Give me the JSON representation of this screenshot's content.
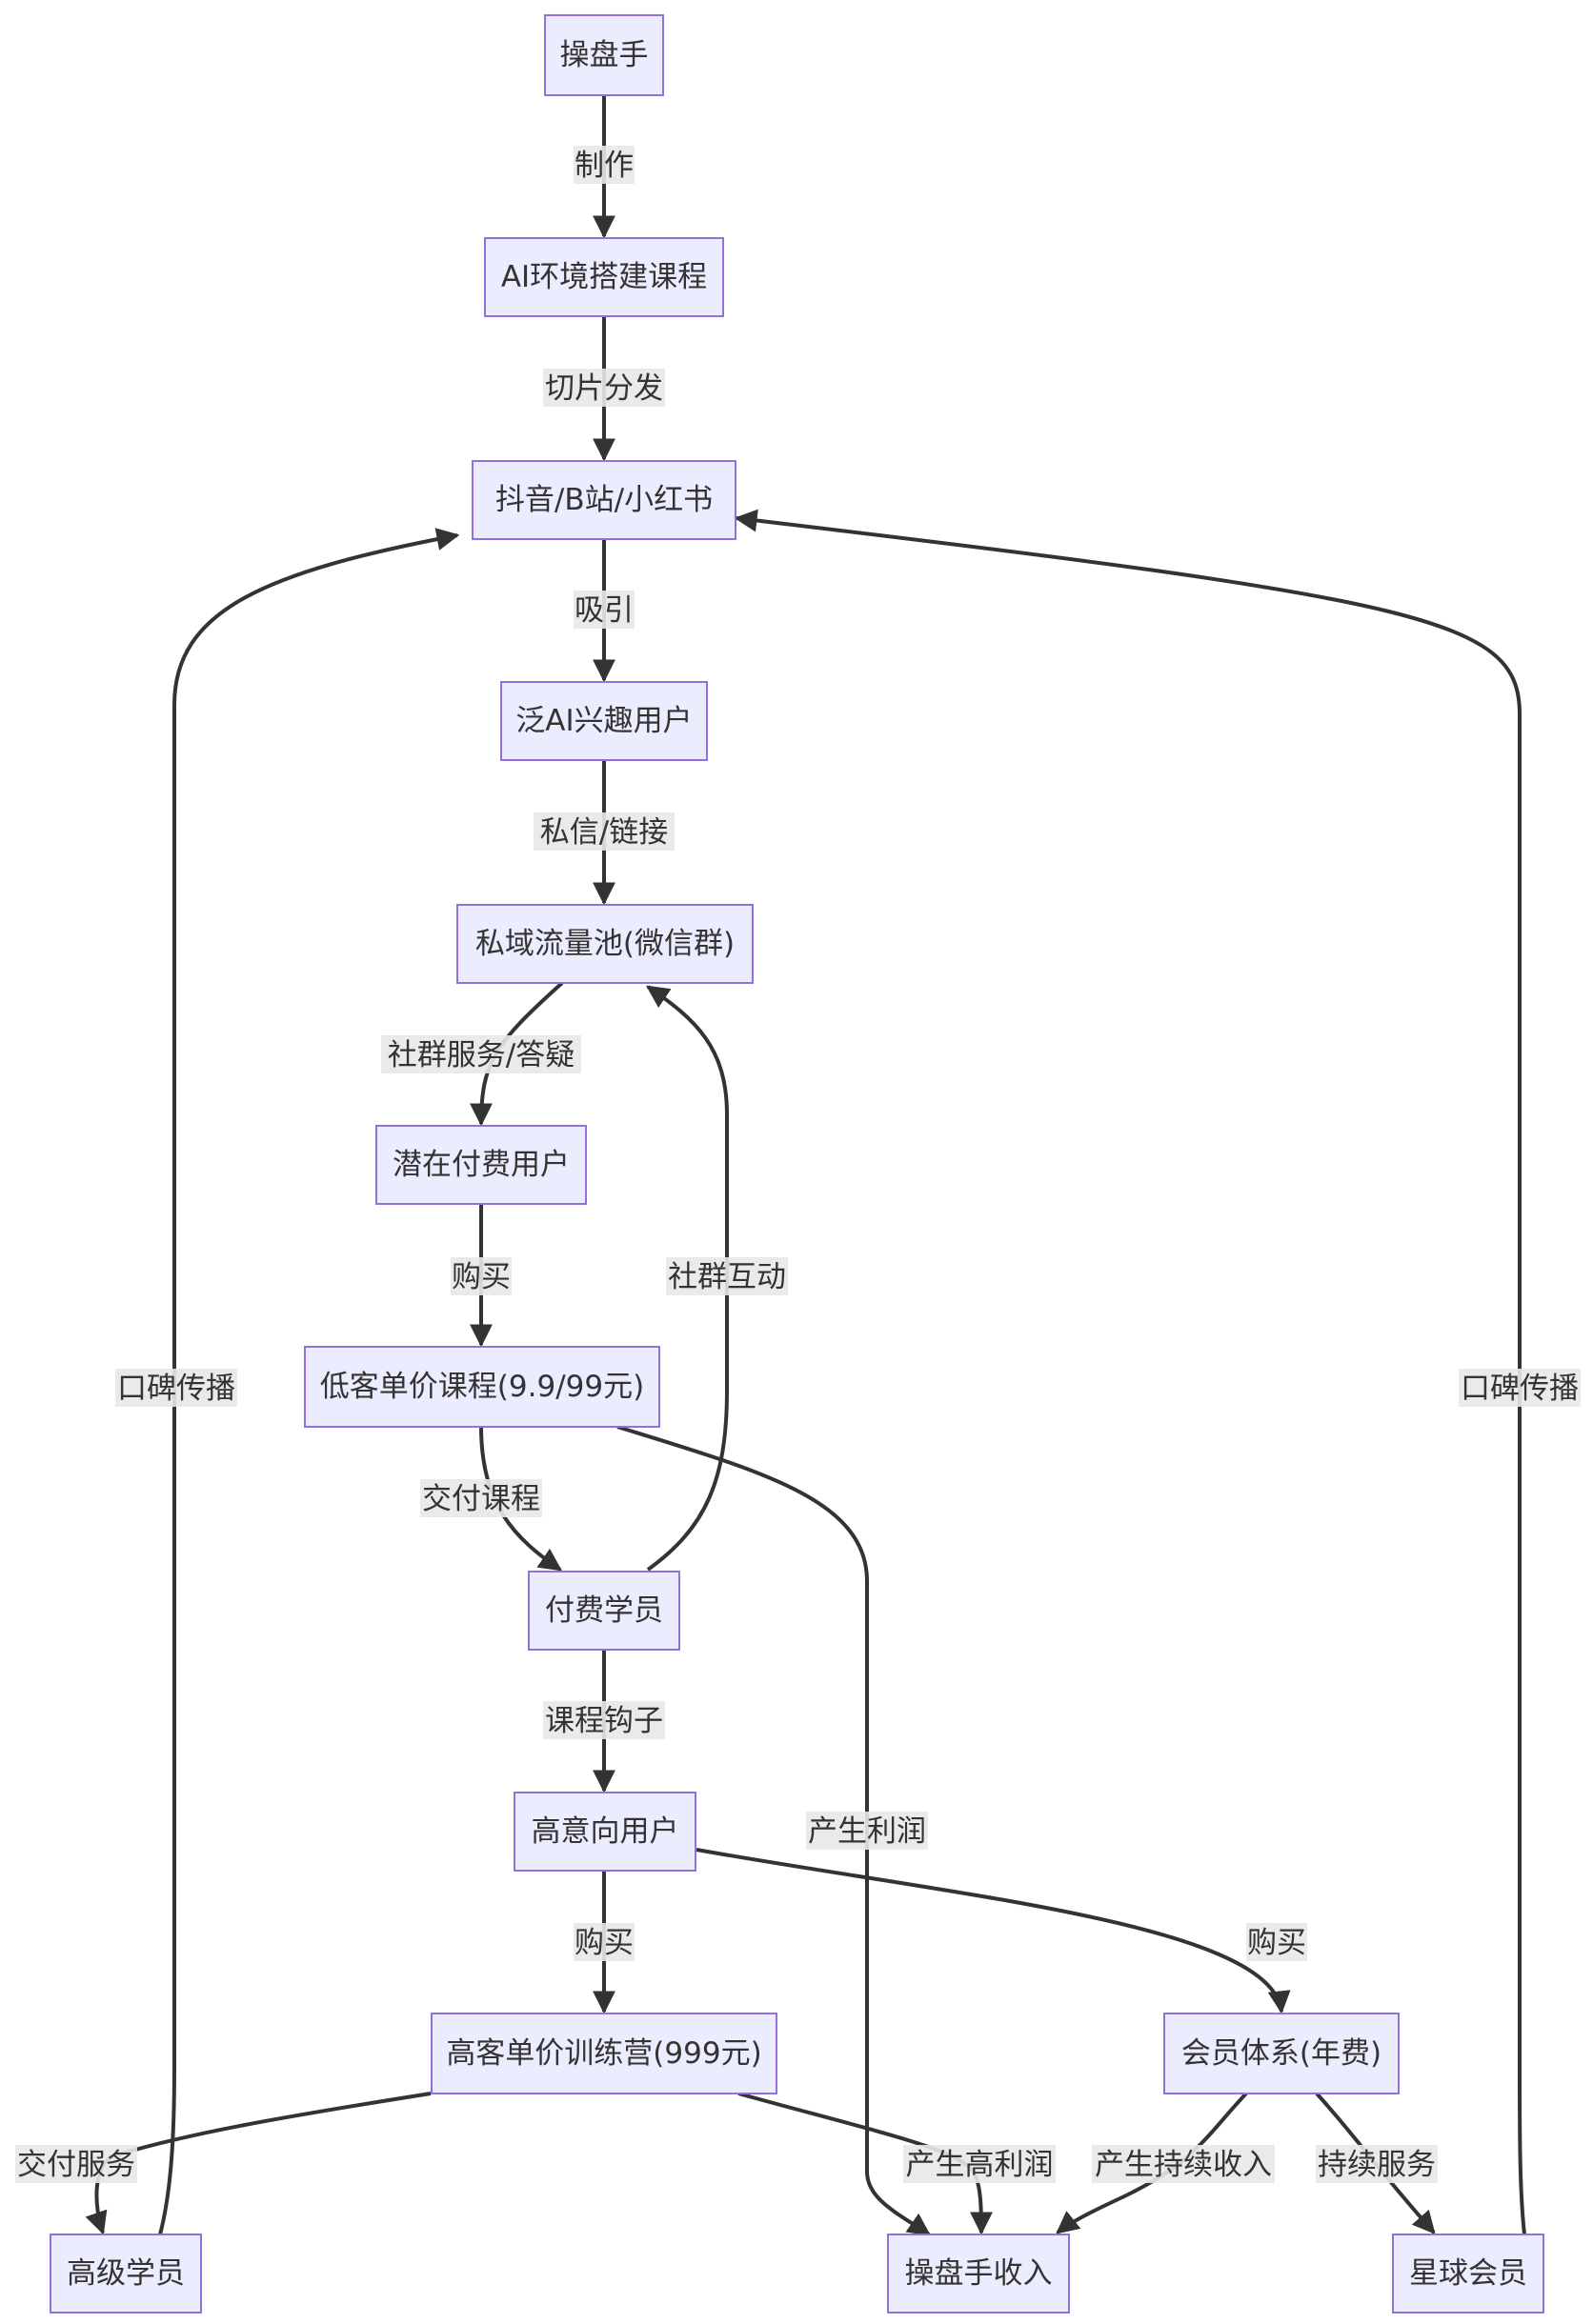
{
  "nodes": {
    "trader": "操盘手",
    "course": "AI环境搭建课程",
    "platforms": "抖音/B站/小红书",
    "users": "泛AI兴趣用户",
    "pool": "私域流量池(微信群)",
    "potential": "潜在付费用户",
    "low": "低客单价课程(9.9/99元)",
    "paid": "付费学员",
    "intent": "高意向用户",
    "high": "高客单价训练营(999元)",
    "member_sys": "会员体系(年费)",
    "senior": "高级学员",
    "income": "操盘手收入",
    "star": "星球会员"
  },
  "edges": {
    "make": "制作",
    "slice": "切片分发",
    "attract": "吸引",
    "dm": "私信/链接",
    "service": "社群服务/答疑",
    "buy1": "购买",
    "deliver_course": "交付课程",
    "interact": "社群互动",
    "hook": "课程钩子",
    "profit": "产生利润",
    "buy2": "购买",
    "buy3": "购买",
    "deliver_service": "交付服务",
    "high_profit": "产生高利润",
    "ongoing_income": "产生持续收入",
    "ongoing_service": "持续服务",
    "wom_left": "口碑传播",
    "wom_right": "口碑传播"
  }
}
